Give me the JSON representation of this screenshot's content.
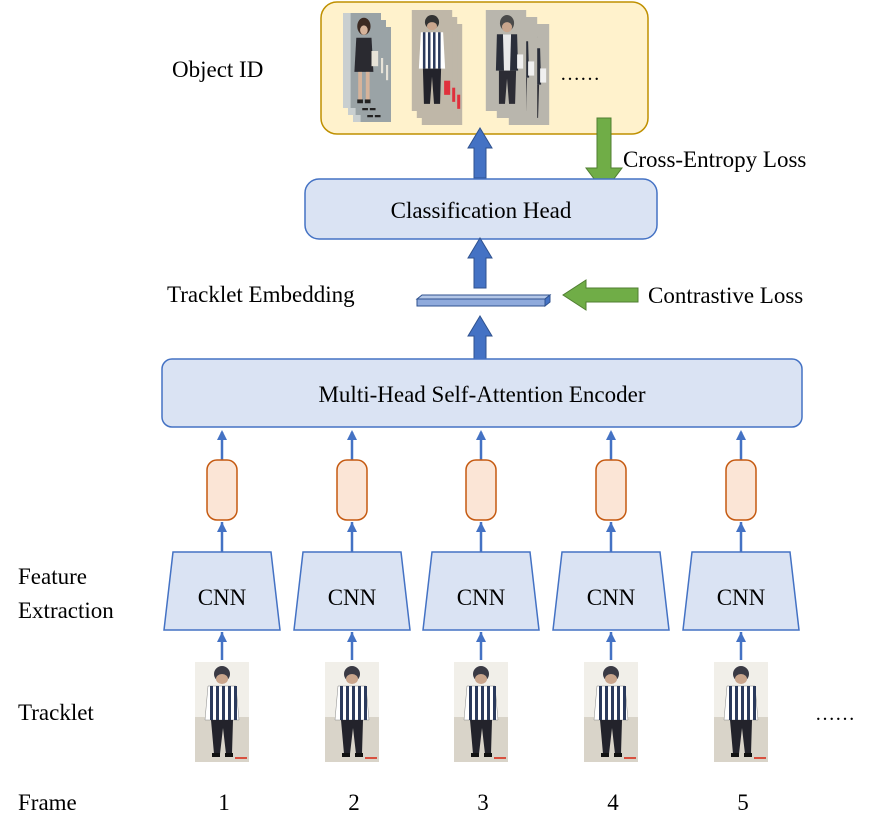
{
  "labels": {
    "object_id": "Object ID",
    "ellipsis_top": "……",
    "cross_entropy": "Cross-Entropy Loss",
    "classification_head": "Classification Head",
    "tracklet_embedding": "Tracklet Embedding",
    "contrastive_loss": "Contrastive Loss",
    "encoder": "Multi-Head Self-Attention Encoder",
    "feature_extraction_line1": "Feature",
    "feature_extraction_line2": "Extraction",
    "tracklet": "Tracklet",
    "frame": "Frame",
    "ellipsis_bottom": "……"
  },
  "columns": [
    {
      "cnn": "CNN",
      "frame": "1"
    },
    {
      "cnn": "CNN",
      "frame": "2"
    },
    {
      "cnn": "CNN",
      "frame": "3"
    },
    {
      "cnn": "CNN",
      "frame": "4"
    },
    {
      "cnn": "CNN",
      "frame": "5"
    }
  ],
  "colors": {
    "box_fill": "#dae3f3",
    "box_stroke": "#4472c4",
    "token_fill": "#fbe5d6",
    "token_stroke": "#c55a11",
    "output_fill": "#fff2cc",
    "output_stroke": "#bf9000",
    "arrow_blue": "#4472c4",
    "arrow_green": "#70ad47"
  }
}
